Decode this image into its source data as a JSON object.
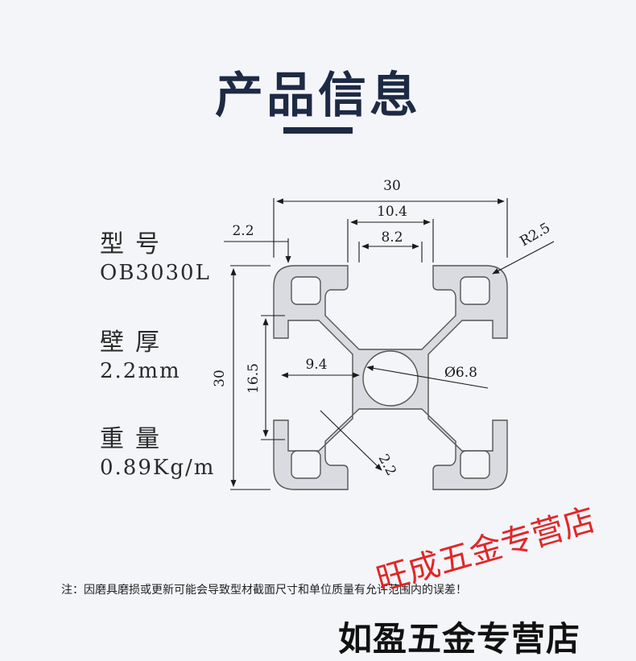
{
  "header": {
    "title": "产品信息"
  },
  "specs": {
    "model_label": "型号",
    "model_value": "OB3030L",
    "wall_label": "壁厚",
    "wall_value": "2.2mm",
    "weight_label": "重量",
    "weight_value": "0.89Kg/m"
  },
  "dimensions": {
    "width": "30",
    "slot_outer": "10.4",
    "slot_inner": "8.2",
    "radius": "R2.5",
    "lip": "2.2",
    "height": "30",
    "inner_height": "16.5",
    "core_width": "9.4",
    "hole": "Ø6.8",
    "wall": "2.2"
  },
  "note": "注：因磨具磨损或更新可能会导致型材截面尺寸和单位质量有允许范围内的误差！",
  "shop_name": "如盈五金专营店",
  "stamp_text": "旺成五金专营店",
  "colors": {
    "title": "#1d2a44",
    "profile_fill": "#d9dbe0",
    "stamp": "#e11d1d",
    "background": "#f4f5f9"
  }
}
